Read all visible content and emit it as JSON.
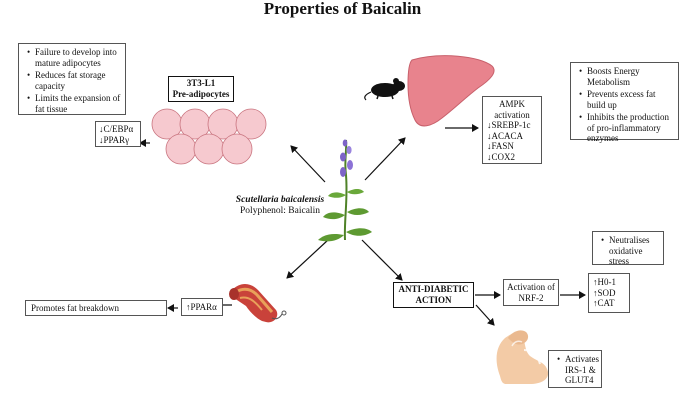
{
  "title": "Properties of Baicalin",
  "plant": {
    "name": "Scutellaria baicalensis",
    "subtitle": "Polyphenol: Baicalin"
  },
  "adipocytes": {
    "label_line1": "3T3-L1",
    "label_line2": "Pre-adipocytes",
    "effects": [
      "Failure to develop into mature adipocytes",
      "Reduces fat storage capacity",
      "Limits the expansion of fat tissue"
    ],
    "markers": [
      "C/EBPα",
      "PPARγ"
    ]
  },
  "liver": {
    "pathway_title_line1": "AMPK",
    "pathway_title_line2": "activation",
    "markers": [
      "SREBP-1c",
      "ACACA",
      "FASN",
      "COX2"
    ],
    "effects": [
      "Boosts Energy Metabolism",
      "Prevents excess fat build up",
      "Inhibits the production of pro-inflammatory enzymes"
    ]
  },
  "muscle": {
    "marker": "PPARα",
    "effect": "Promotes fat breakdown"
  },
  "antidiabetic": {
    "label_line1": "ANTI-DIABETIC",
    "label_line2": "ACTION",
    "nrf_line1": "Activation of",
    "nrf_line2": "NRF-2",
    "markers": [
      "H0-1",
      "SOD",
      "CAT"
    ],
    "oxidative": "Neutralises oxidative stress",
    "insulin": "Activates IRS-1 & GLUT4"
  },
  "colors": {
    "cell_fill": "#f6c9cf",
    "cell_stroke": "#c9747f",
    "liver": "#e8838d",
    "muscle_red": "#c9423a",
    "muscle_orange": "#e9a15a",
    "plant_leaf": "#5e9a32",
    "plant_flower": "#7d64c8",
    "arm_skin": "#f3cba6"
  }
}
